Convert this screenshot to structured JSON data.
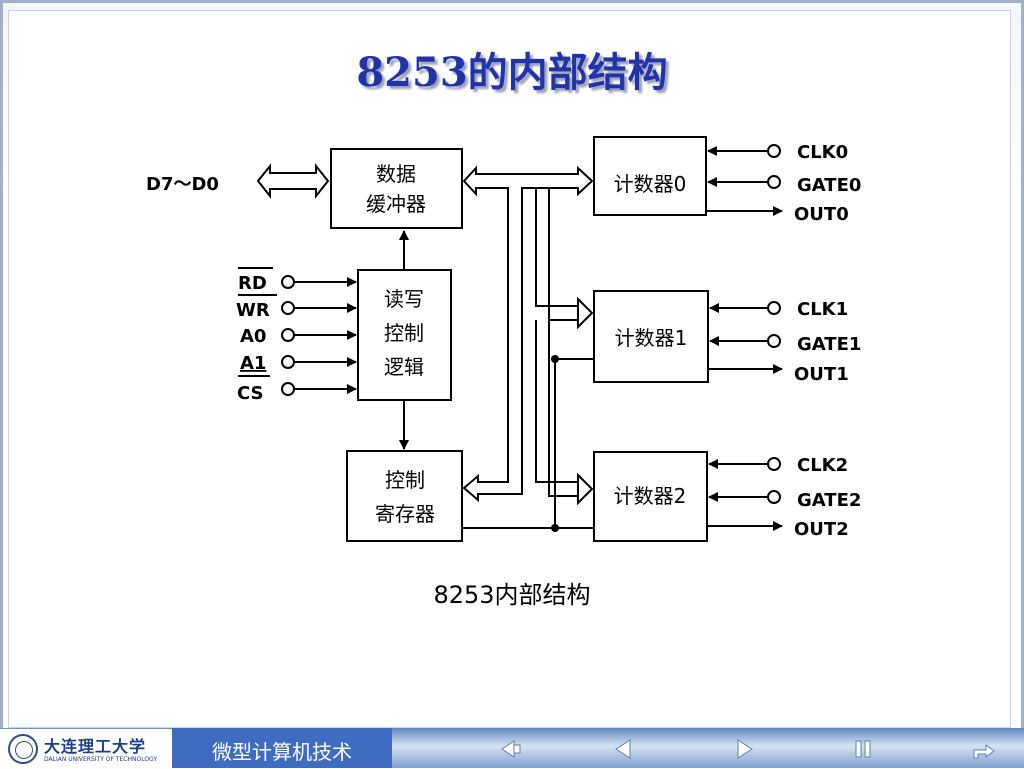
{
  "slide": {
    "title": "8253的内部结构"
  },
  "diagram": {
    "data_bus_label": "D7～D0",
    "blocks": {
      "data_buffer": [
        "数据",
        "缓冲器"
      ],
      "rw_logic": [
        "读写",
        "控制",
        "逻辑"
      ],
      "control_register": [
        "控制",
        "寄存器"
      ],
      "counter0": "计数器0",
      "counter1": "计数器1",
      "counter2": "计数器2"
    },
    "control_signals": [
      "RD",
      "WR",
      "A0",
      "A1",
      "CS"
    ],
    "counter0_signals": {
      "clk": "CLK0",
      "gate": "GATE0",
      "out": "OUT0"
    },
    "counter1_signals": {
      "clk": "CLK1",
      "gate": "GATE1",
      "out": "OUT1"
    },
    "counter2_signals": {
      "clk": "CLK2",
      "gate": "GATE2",
      "out": "OUT2"
    },
    "caption": "8253内部结构"
  },
  "footer": {
    "university": "大连理工大学",
    "university_en": "DALIAN UNIVERSITY OF TECHNOLOGY",
    "course": "微型计算机技术"
  },
  "nav_icons": [
    "prev-icon",
    "back-icon",
    "next-icon",
    "pause-icon",
    "return-icon"
  ]
}
